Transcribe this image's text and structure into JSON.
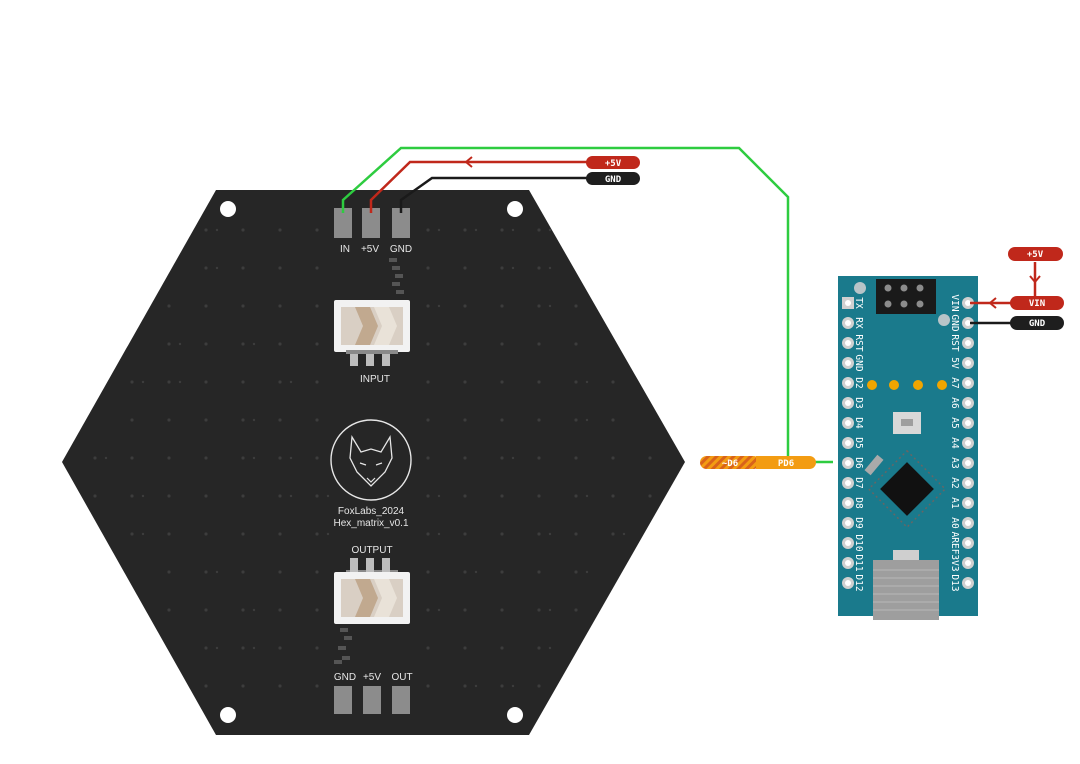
{
  "hex_board": {
    "top_pads": [
      "IN",
      "+5V",
      "GND"
    ],
    "bottom_pads": [
      "GND",
      "+5V",
      "OUT"
    ],
    "input_label": "INPUT",
    "output_label": "OUTPUT",
    "brand_line1": "FoxLabs_2024",
    "brand_line2": "Hex_matrix_v0.1",
    "logo_icon": "fox-head-icon"
  },
  "power_tags": {
    "top_5v": "+5V",
    "top_gnd": "GND",
    "nano_5v": "+5V",
    "vin": "VIN",
    "nano_gnd": "GND"
  },
  "signal_tags": {
    "d6": "~D6",
    "pd6": "PD6"
  },
  "nano": {
    "left_pins": [
      "TX",
      "RX",
      "RST",
      "GND",
      "D2",
      "D3",
      "D4",
      "D5",
      "D6",
      "D7",
      "D8",
      "D9",
      "D10",
      "D11",
      "D12"
    ],
    "right_pins": [
      "VIN",
      "GND",
      "RST",
      "5V",
      "A7",
      "A6",
      "A5",
      "A4",
      "A3",
      "A2",
      "A1",
      "A0",
      "AREF",
      "3V3",
      "D13"
    ]
  },
  "colors": {
    "pcb": "#262626",
    "nano_board": "#1a7a8c",
    "wire_signal": "#2ecc40",
    "wire_power": "#c0281b",
    "wire_ground": "#1a1a1a",
    "tag_orange": "#f39c12",
    "tag_red": "#c0281b",
    "tag_black": "#1e1e1e"
  }
}
